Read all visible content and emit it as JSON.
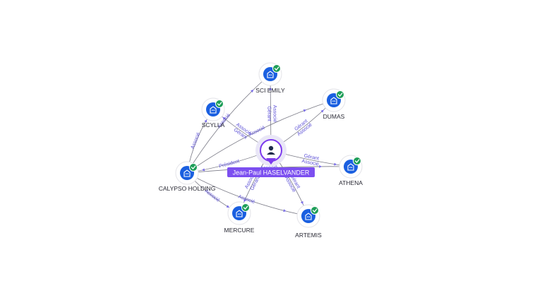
{
  "center": {
    "label": "Jean-Paul HASELVANDER",
    "icon": "person-icon"
  },
  "companies": [
    {
      "id": "sci-emily",
      "label": "SCI EMILY",
      "icon": "building-icon",
      "verified": true
    },
    {
      "id": "dumas",
      "label": "DUMAS",
      "icon": "building-icon",
      "verified": true
    },
    {
      "id": "scylla",
      "label": "SCYLLA",
      "icon": "building-icon",
      "verified": true
    },
    {
      "id": "athena",
      "label": "ATHENA",
      "icon": "building-icon",
      "verified": true
    },
    {
      "id": "calypso",
      "label": "CALYPSO HOLDING",
      "icon": "building-icon",
      "verified": true
    },
    {
      "id": "mercure",
      "label": "MERCURE",
      "icon": "building-icon",
      "verified": true
    },
    {
      "id": "artemis",
      "label": "ARTEMIS",
      "icon": "building-icon",
      "verified": true
    }
  ],
  "edges": [
    {
      "from": "center",
      "to": "sci-emily",
      "labels": [
        "Gérant",
        "Associé"
      ]
    },
    {
      "from": "center",
      "to": "dumas",
      "labels": [
        "Gérant",
        "Associé"
      ]
    },
    {
      "from": "center",
      "to": "scylla",
      "labels": [
        "Gérant",
        "Associé"
      ]
    },
    {
      "from": "center",
      "to": "athena",
      "labels": [
        "Gérant",
        "Associé"
      ]
    },
    {
      "from": "center",
      "to": "calypso",
      "labels": [
        "Président"
      ]
    },
    {
      "from": "center",
      "to": "mercure",
      "labels": [
        "Gérant",
        "Associé"
      ]
    },
    {
      "from": "center",
      "to": "artemis",
      "labels": [
        "Gérant",
        "Associé"
      ]
    },
    {
      "from": "calypso",
      "to": "scylla",
      "labels": [
        "Associé"
      ]
    },
    {
      "from": "calypso",
      "to": "mercure",
      "labels": [
        "Associé"
      ]
    },
    {
      "from": "calypso",
      "to": "sci-emily",
      "labels": [
        "Associé"
      ]
    },
    {
      "from": "calypso",
      "to": "dumas",
      "labels": [
        "Associé"
      ]
    },
    {
      "from": "calypso",
      "to": "artemis",
      "labels": [
        "Associé"
      ]
    },
    {
      "from": "calypso",
      "to": "athena",
      "labels": [
        "Associé"
      ]
    }
  ],
  "colors": {
    "accent": "#7c3aed",
    "company": "#1a5fe0",
    "verified": "#1e9e58",
    "edge_label": "#5b4fd6"
  }
}
